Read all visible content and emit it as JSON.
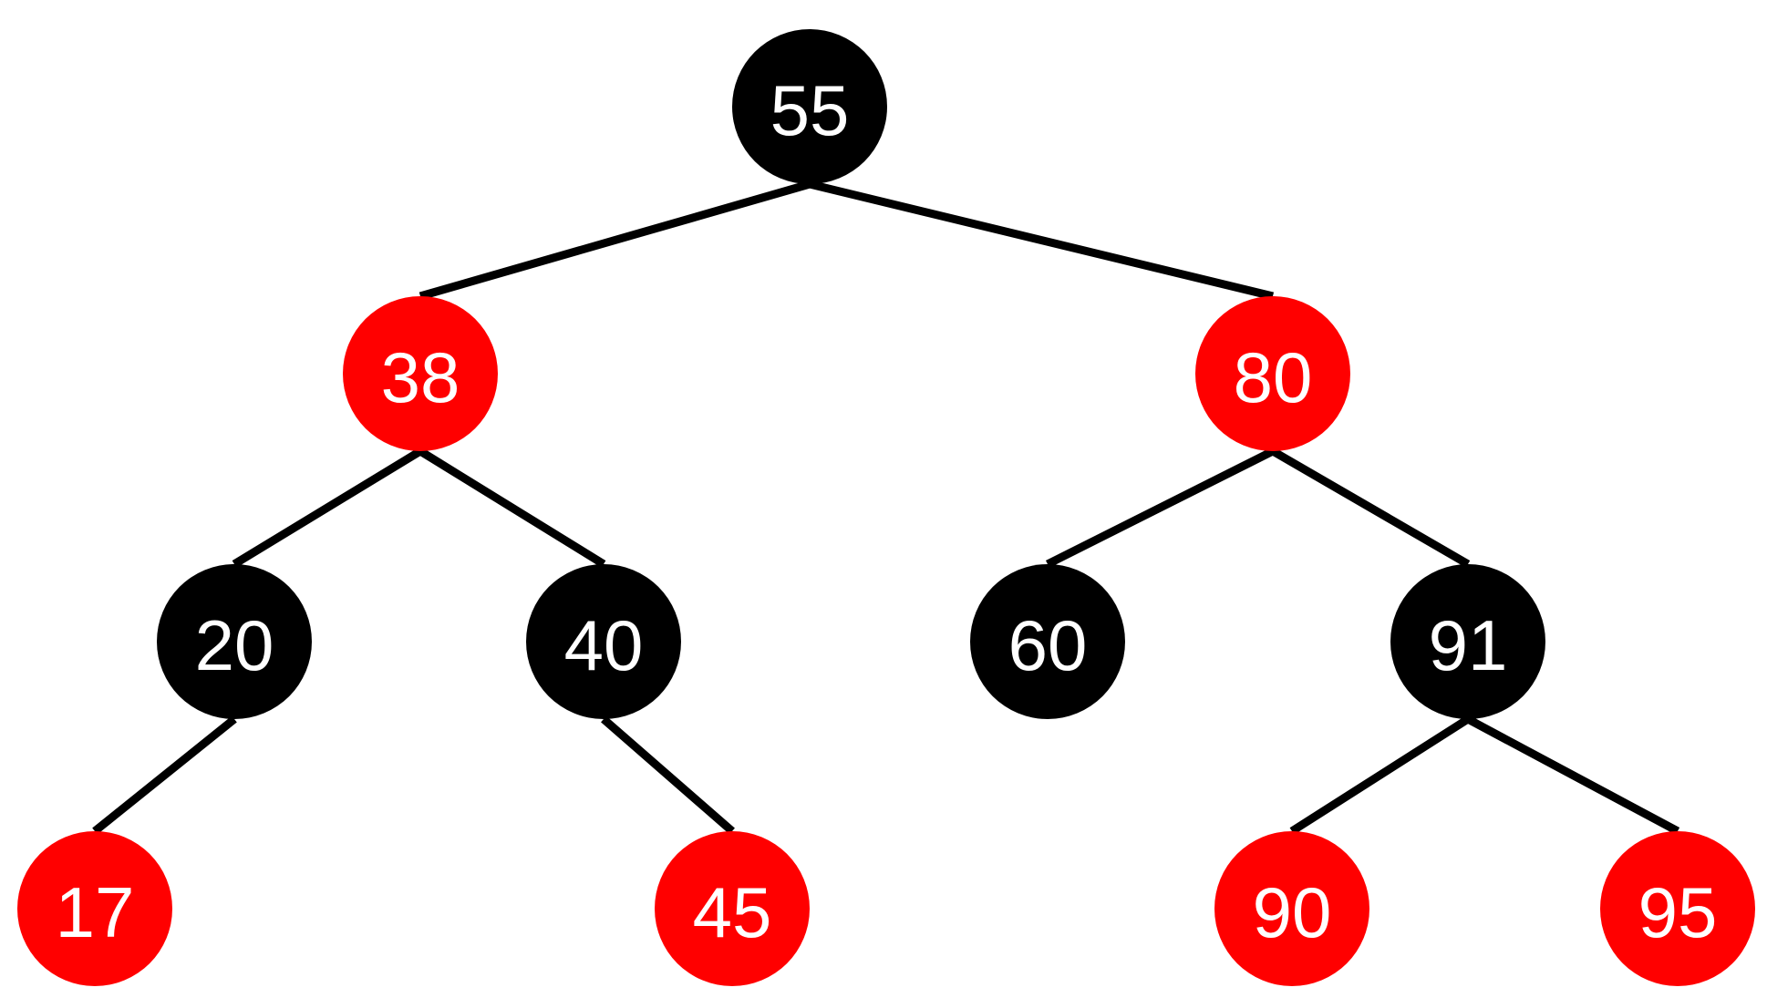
{
  "colors": {
    "red": "#ff0000",
    "black": "#000000",
    "edge": "#000000",
    "label": "#ffffff",
    "background": "#ffffff"
  },
  "tree": {
    "nodes": [
      {
        "id": "n55",
        "label": "55",
        "color": "black"
      },
      {
        "id": "n38",
        "label": "38",
        "color": "red"
      },
      {
        "id": "n80",
        "label": "80",
        "color": "red"
      },
      {
        "id": "n20",
        "label": "20",
        "color": "black"
      },
      {
        "id": "n40",
        "label": "40",
        "color": "black"
      },
      {
        "id": "n60",
        "label": "60",
        "color": "black"
      },
      {
        "id": "n91",
        "label": "91",
        "color": "black"
      },
      {
        "id": "n17",
        "label": "17",
        "color": "red"
      },
      {
        "id": "n45",
        "label": "45",
        "color": "red"
      },
      {
        "id": "n90",
        "label": "90",
        "color": "red"
      },
      {
        "id": "n95",
        "label": "95",
        "color": "red"
      }
    ],
    "edges": [
      {
        "from": "n55",
        "to": "n38"
      },
      {
        "from": "n55",
        "to": "n80"
      },
      {
        "from": "n38",
        "to": "n20"
      },
      {
        "from": "n38",
        "to": "n40"
      },
      {
        "from": "n80",
        "to": "n60"
      },
      {
        "from": "n80",
        "to": "n91"
      },
      {
        "from": "n20",
        "to": "n17"
      },
      {
        "from": "n40",
        "to": "n45"
      },
      {
        "from": "n91",
        "to": "n90"
      },
      {
        "from": "n91",
        "to": "n95"
      }
    ]
  }
}
